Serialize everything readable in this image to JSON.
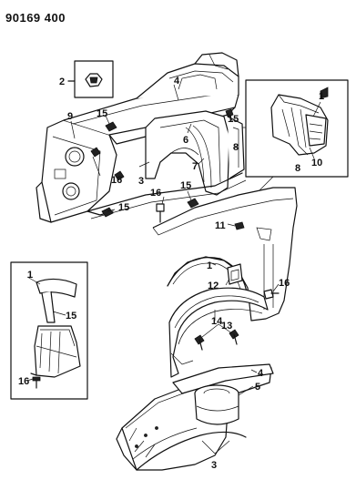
{
  "diagram": {
    "drawing_number": "90169 400",
    "callouts": {
      "c1_a": "1",
      "c1_b": "1",
      "c1_c": "1",
      "c2": "2",
      "c3_a": "3",
      "c3_b": "3",
      "c4_a": "4",
      "c4_b": "4",
      "c5": "5",
      "c6": "6",
      "c7": "7",
      "c8_a": "8",
      "c8_b": "8",
      "c9": "9",
      "c10": "10",
      "c11": "11",
      "c12": "12",
      "c13": "13",
      "c14": "14",
      "c15_a": "15",
      "c15_b": "15",
      "c15_c": "15",
      "c15_d": "15",
      "c15_e": "15",
      "c16_a": "16",
      "c16_b": "16",
      "c16_c": "16",
      "c16_d": "16"
    }
  }
}
